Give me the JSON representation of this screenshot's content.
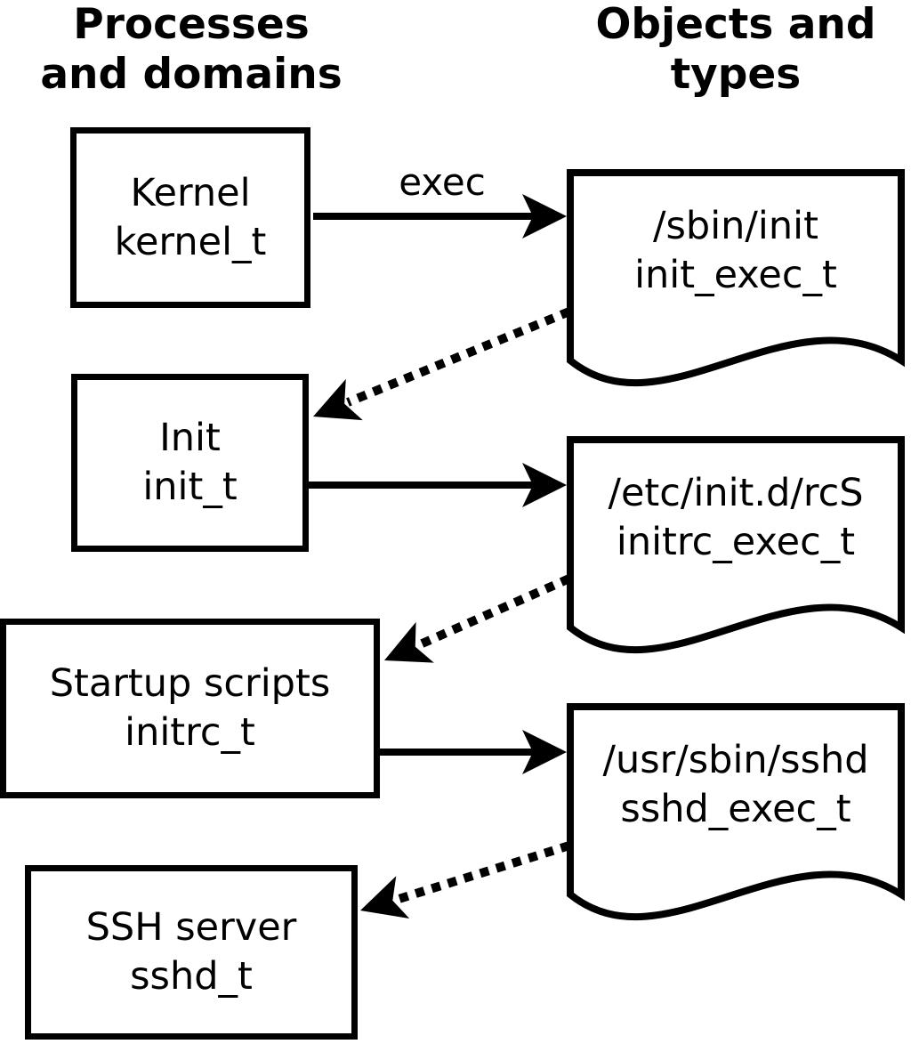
{
  "headings": {
    "processes": {
      "line1": "Processes",
      "line2": "and domains"
    },
    "objects": {
      "line1": "Objects and",
      "line2": "types"
    }
  },
  "processes": [
    {
      "name": "Kernel",
      "domain": "kernel_t"
    },
    {
      "name": "Init",
      "domain": "init_t"
    },
    {
      "name": "Startup scripts",
      "domain": "initrc_t"
    },
    {
      "name": "SSH server",
      "domain": "sshd_t"
    }
  ],
  "objects": [
    {
      "path": "/sbin/init",
      "type": "init_exec_t"
    },
    {
      "path": "/etc/init.d/rcS",
      "type": "initrc_exec_t"
    },
    {
      "path": "/usr/sbin/sshd",
      "type": "sshd_exec_t"
    }
  ],
  "arrows": [
    {
      "from": "kernel_t",
      "to": "init_exec_t",
      "style": "solid",
      "label": "exec"
    },
    {
      "from": "init_exec_t",
      "to": "init_t",
      "style": "dotted",
      "label": ""
    },
    {
      "from": "init_t",
      "to": "initrc_exec_t",
      "style": "solid",
      "label": ""
    },
    {
      "from": "initrc_exec_t",
      "to": "initrc_t",
      "style": "dotted",
      "label": ""
    },
    {
      "from": "initrc_t",
      "to": "sshd_exec_t",
      "style": "solid",
      "label": ""
    },
    {
      "from": "sshd_exec_t",
      "to": "sshd_t",
      "style": "dotted",
      "label": ""
    }
  ],
  "colors": {
    "foreground": "#000000",
    "background": "#ffffff"
  }
}
